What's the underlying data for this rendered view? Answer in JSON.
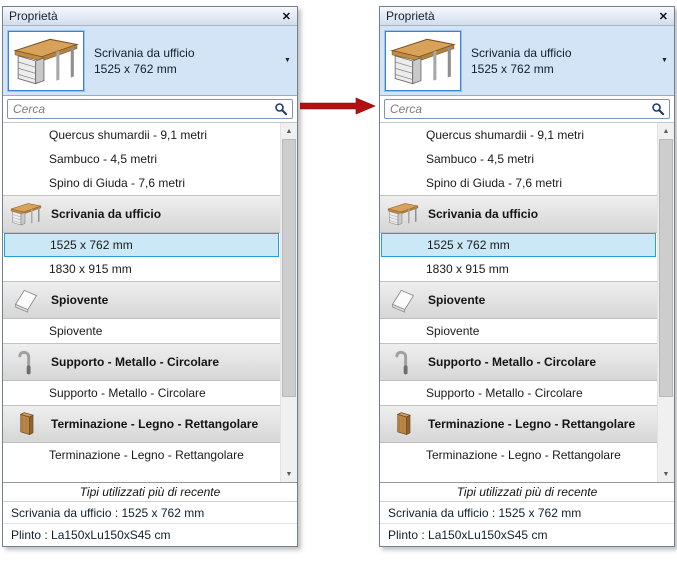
{
  "colors": {
    "selection-bg": "#cbe8f6",
    "selection-border": "#26a0da",
    "typebox-bg": "#d4e4f7",
    "arrow-red": "#b41010"
  },
  "icons": {
    "close": "✕",
    "dropdown": "▼",
    "scroll_up": "▲",
    "scroll_down": "▼"
  },
  "panel": {
    "title": "Proprietà",
    "type_selector": {
      "name": "Scrivania da ufficio",
      "size": "1525 x 762 mm"
    },
    "search": {
      "placeholder": "Cerca",
      "value": ""
    },
    "list": {
      "items": [
        {
          "kind": "type",
          "label": "Quercus shumardii - 9,1 metri"
        },
        {
          "kind": "type",
          "label": "Sambuco - 4,5 metri"
        },
        {
          "kind": "type",
          "label": "Spino di Giuda - 7,6 metri"
        },
        {
          "kind": "family",
          "label": "Scrivania da ufficio",
          "icon": "desk-icon"
        },
        {
          "kind": "type",
          "label": "1525 x 762 mm",
          "selected": true
        },
        {
          "kind": "type",
          "label": "1830 x 915 mm"
        },
        {
          "kind": "family",
          "label": "Spiovente",
          "icon": "sloped-panel-icon"
        },
        {
          "kind": "type",
          "label": "Spiovente"
        },
        {
          "kind": "family",
          "label": "Supporto - Metallo - Circolare",
          "icon": "round-metal-support-icon"
        },
        {
          "kind": "type",
          "label": "Supporto - Metallo - Circolare"
        },
        {
          "kind": "family",
          "label": "Terminazione - Legno - Rettangolare",
          "icon": "wood-termination-icon"
        },
        {
          "kind": "type",
          "label": "Terminazione - Legno - Rettangolare"
        }
      ]
    },
    "recent": {
      "header": "Tipi utilizzati più di recente",
      "rows": [
        "Scrivania da ufficio : 1525 x 762 mm",
        "Plinto : La150xLu150xS45 cm"
      ]
    }
  }
}
